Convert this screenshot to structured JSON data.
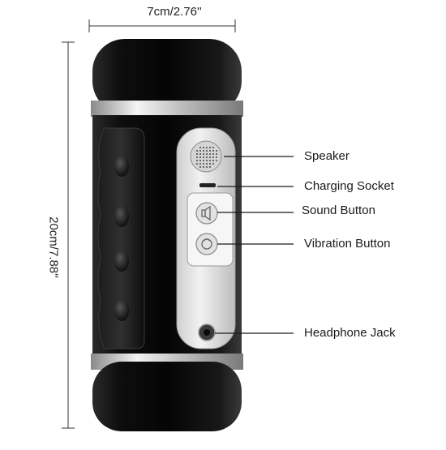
{
  "dimensions": {
    "width": "7cm/2.76''",
    "height": "20cm/7.88''"
  },
  "callouts": {
    "speaker": "Speaker",
    "charging_socket": "Charging Socket",
    "sound_button": "Sound Button",
    "vibration_button": "Vibration Button",
    "headphone_jack": "Headphone Jack"
  },
  "icons": {
    "sound": "speaker-icon",
    "vibration": "vibration-icon"
  },
  "colors": {
    "body": "#0b0b0b",
    "chrome": "#d9d9d9",
    "panel": "#e8e8e8",
    "line": "#1a1a1a"
  }
}
